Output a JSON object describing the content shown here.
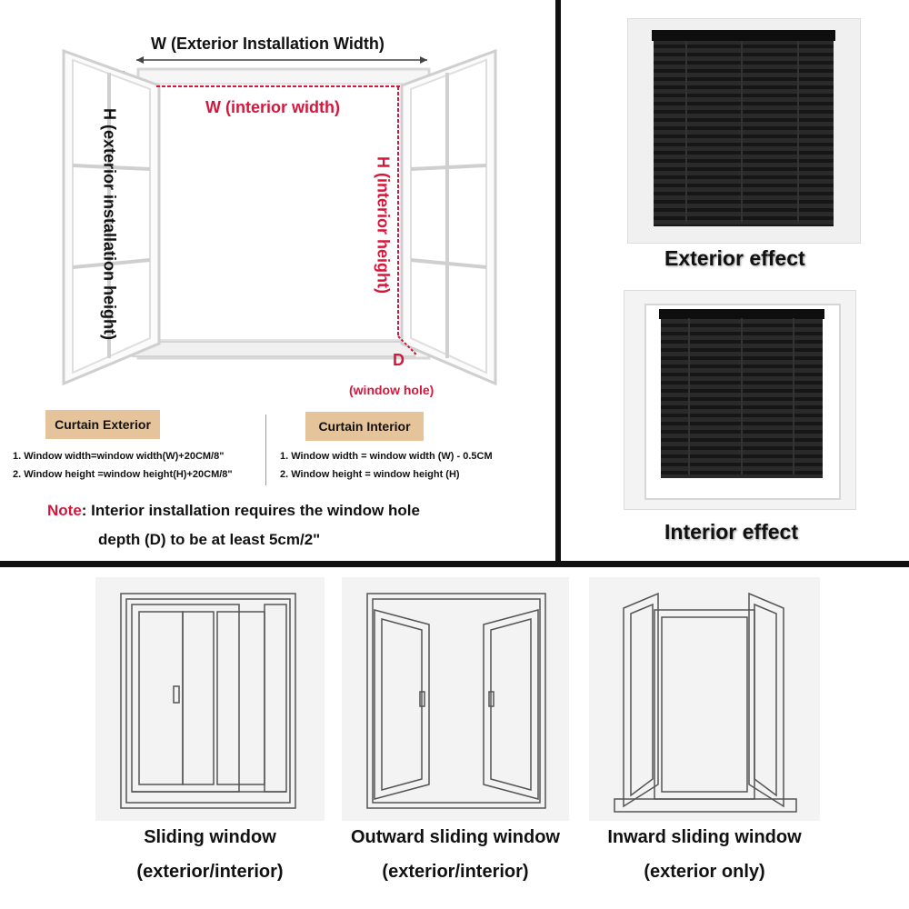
{
  "measure": {
    "exterior_width": "W (Exterior Installation Width)",
    "exterior_height": "H (exterior installation height)",
    "interior_width": "W (interior width)",
    "interior_height": "H (interior height)",
    "depth_letter": "D",
    "depth_label": "(window hole)"
  },
  "exterior": {
    "tag": "Curtain Exterior",
    "line1": "1. Window width=window width(W)+20CM/8\"",
    "line2": "2. Window height =window height(H)+20CM/8\""
  },
  "interior": {
    "tag": "Curtain Interior",
    "line1": "1. Window width = window width (W) - 0.5CM",
    "line2": "2. Window height = window height (H)"
  },
  "note": {
    "prefix": "Note",
    "colon": ":",
    "line1": " Interior installation requires the window hole",
    "line2": "depth (D) to be at least 5cm/2\""
  },
  "effects": {
    "exterior": "Exterior effect",
    "interior": "Interior effect"
  },
  "window_types": [
    {
      "title": "Sliding window",
      "sub": "(exterior/interior)"
    },
    {
      "title": "Outward sliding window",
      "sub": "(exterior/interior)"
    },
    {
      "title": "Inward sliding window",
      "sub": "(exterior only)"
    }
  ],
  "colors": {
    "accent_red": "#d8163c",
    "tag_bg": "#e6c49b"
  }
}
